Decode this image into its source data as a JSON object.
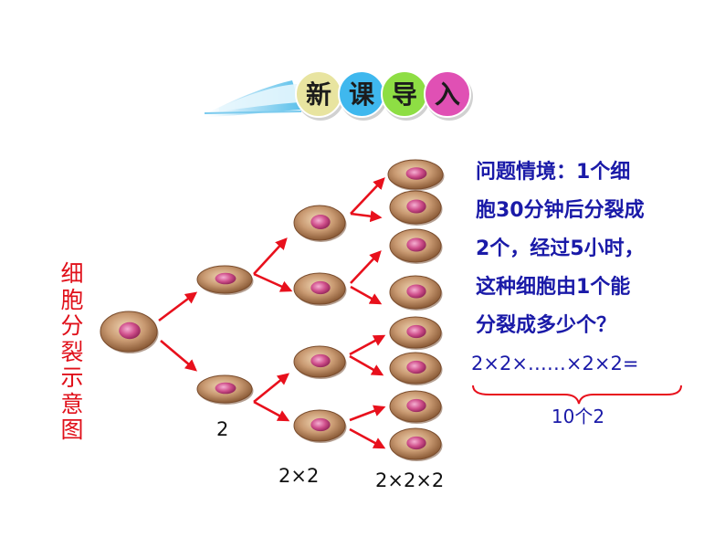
{
  "banner": {
    "chars": [
      "新",
      "课",
      "导",
      "入"
    ]
  },
  "side_label": [
    "细",
    "胞",
    "分",
    "裂",
    "示",
    "意",
    "图"
  ],
  "problem_lines": [
    "问题情境：1个细",
    "胞30分钟后分裂成",
    "2个，经过5小时，",
    "这种细胞由1个能",
    "分裂成多少个？"
  ],
  "equation": "2×2×……×2×2=",
  "brace_label": "10个2",
  "generation_labels": [
    "2",
    "2×2",
    "2×2×2"
  ],
  "colors": {
    "arrow": "#e8101c",
    "text_blue": "#1a1aa8",
    "label_red": "#e0101a",
    "cell_body": "#b58660",
    "nucleus": "#d0508c",
    "banner_circles": [
      "#e8e4a0",
      "#3fb8ee",
      "#8ede44",
      "#e050b4"
    ]
  }
}
